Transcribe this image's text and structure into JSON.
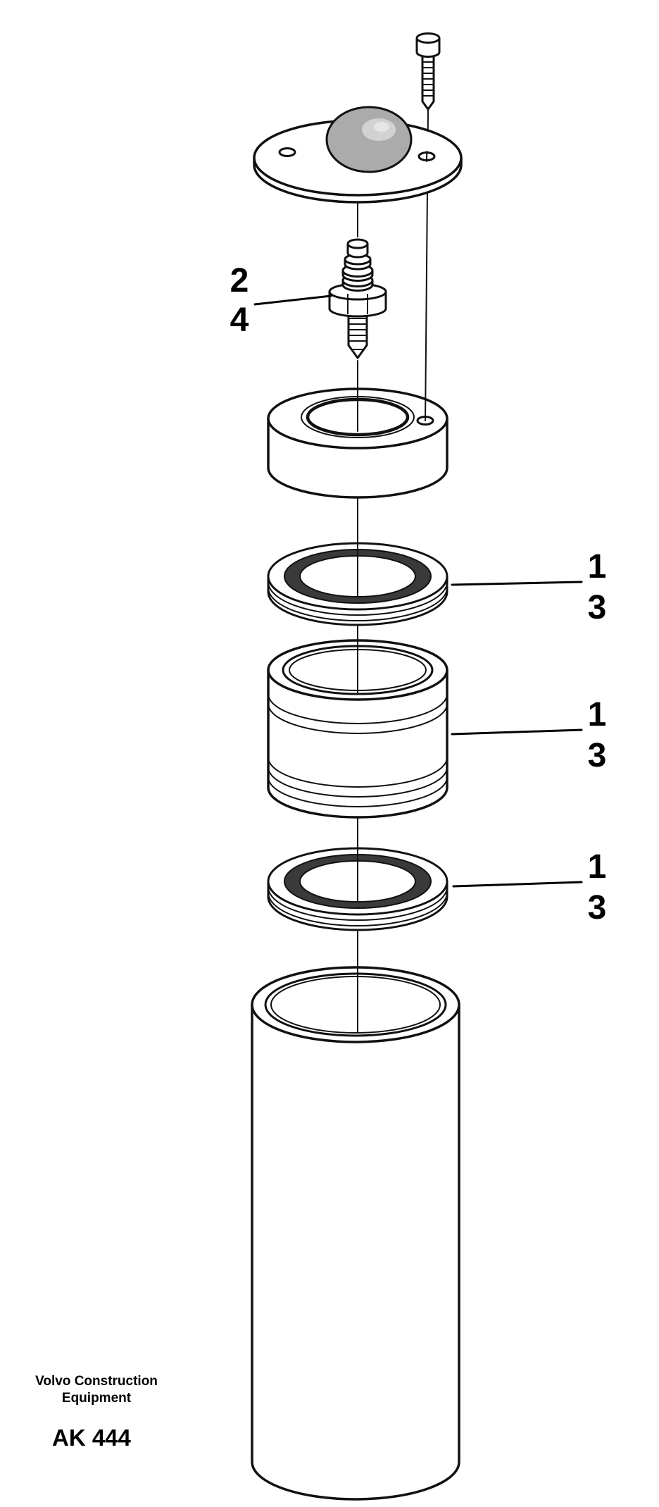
{
  "diagram": {
    "kind": "exploded-assembly-view",
    "drawing_parts": [
      "bolt",
      "dome-cover-plate",
      "grease-nipple",
      "spacer-collar",
      "seal-ring-upper",
      "piston-sleeve",
      "seal-ring-lower",
      "cylinder-tube"
    ]
  },
  "callouts": {
    "grease_nipple": {
      "labels": [
        "2",
        "4"
      ],
      "side": "left"
    },
    "seal_upper": {
      "labels": [
        "1",
        "3"
      ],
      "side": "right"
    },
    "piston_sleeve": {
      "labels": [
        "1",
        "3"
      ],
      "side": "right"
    },
    "seal_lower": {
      "labels": [
        "1",
        "3"
      ],
      "side": "right"
    }
  },
  "footer": {
    "brand_line1": "Volvo Construction",
    "brand_line2": "Equipment",
    "figure_code": "AK 444"
  },
  "colors": {
    "line": "#111111",
    "background": "#ffffff",
    "dome_shade": "#ababab",
    "seal_face": "#3a3a3a"
  }
}
